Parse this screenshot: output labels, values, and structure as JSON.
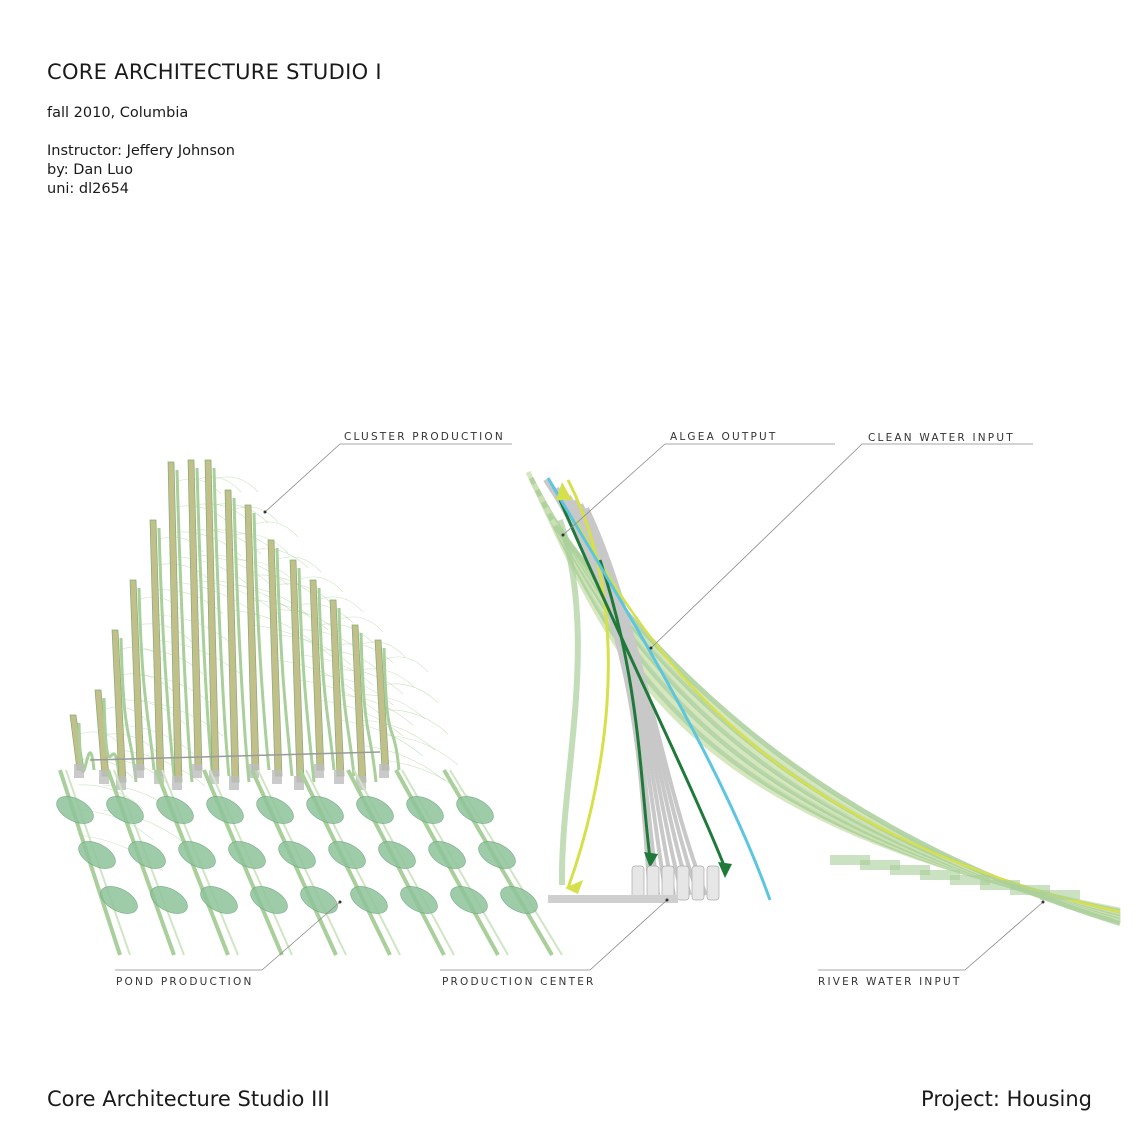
{
  "header": {
    "title": "CORE ARCHITECTURE STUDIO I",
    "term": "fall 2010, Columbia",
    "instructor": "Instructor: Jeffery Johnson",
    "author": "by: Dan Luo",
    "uni": "uni: dl2654"
  },
  "labels": {
    "cluster_production": "CLUSTER PRODUCTION",
    "algea_output": "ALGEA OUTPUT",
    "clean_water_input": "CLEAN WATER INPUT",
    "pond_production": "POND PRODUCTION",
    "production_center": "PRODUCTION CENTER",
    "river_water_input": "RIVER WATER INPUT"
  },
  "footer": {
    "left": "Core Architecture Studio III",
    "right": "Project: Housing"
  },
  "colors": {
    "strip_green": "#a9cf9a",
    "strip_dark": "#7fae74",
    "strip_khaki": "#c2bf8a",
    "pond_green": "#8fc49a",
    "algae_yellow": "#d6e04a",
    "flow_dark_green": "#1f7a3a",
    "clean_water_blue": "#5cc6e0",
    "structure_grey": "#bdbdbd"
  }
}
